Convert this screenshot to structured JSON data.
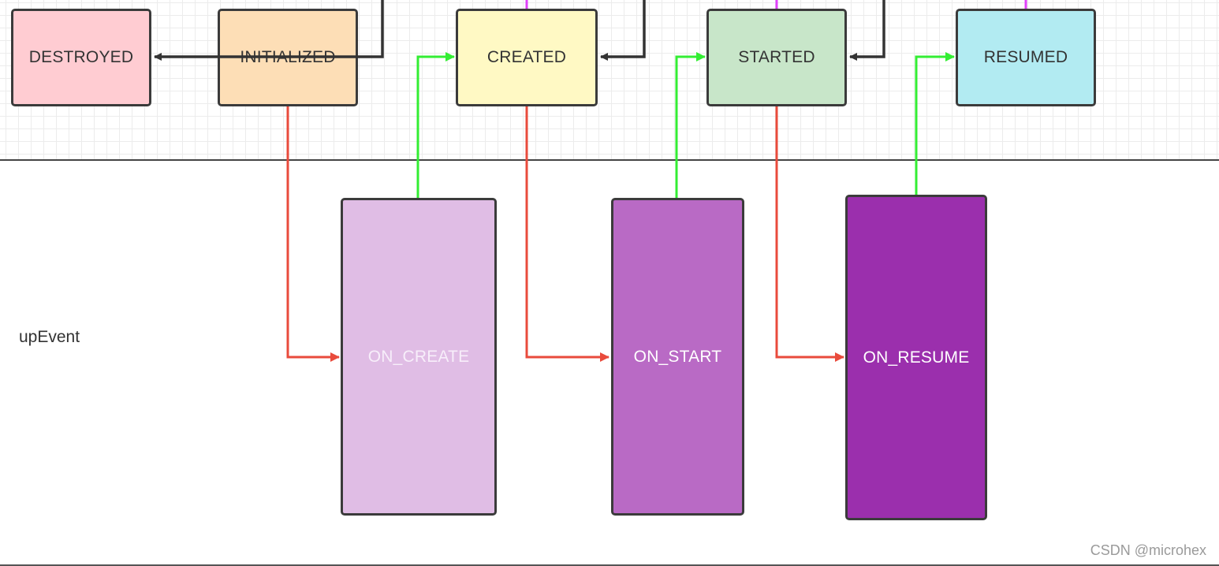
{
  "states": [
    {
      "id": "destroyed",
      "label": "DESTROYED",
      "color": "#ffccd2"
    },
    {
      "id": "initialized",
      "label": "INITIALIZED",
      "color": "#fddeb6"
    },
    {
      "id": "created",
      "label": "CREATED",
      "color": "#fff9c4"
    },
    {
      "id": "started",
      "label": "STARTED",
      "color": "#c8e6c9"
    },
    {
      "id": "resumed",
      "label": "RESUMED",
      "color": "#b2ebf2"
    }
  ],
  "events": [
    {
      "id": "on_create",
      "label": "ON_CREATE",
      "color": "#e0bde5"
    },
    {
      "id": "on_start",
      "label": "ON_START",
      "color": "#b96ac5"
    },
    {
      "id": "on_resume",
      "label": "ON_RESUME",
      "color": "#9b2fad"
    }
  ],
  "lane_label": "upEvent",
  "watermark": "CSDN @microhex",
  "colors": {
    "up_transition": "#e94b3c",
    "event_to_state": "#33ee33",
    "down_transition": "#333333",
    "top_connector": "#e040fb"
  }
}
